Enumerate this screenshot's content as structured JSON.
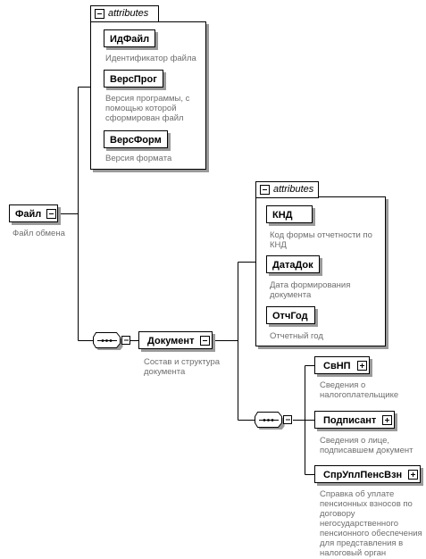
{
  "root": {
    "name": "Файл",
    "description": "Файл обмена"
  },
  "root_attributes": {
    "label": "attributes",
    "items": [
      {
        "name": "ИдФайл",
        "description": "Идентификатор файла"
      },
      {
        "name": "ВерсПрог",
        "description": "Версия программы, с\nпомощью которой\nсформирован файл"
      },
      {
        "name": "ВерсФорм",
        "description": "Версия формата"
      }
    ]
  },
  "document": {
    "name": "Документ",
    "description": "Состав и структура\nдокумента"
  },
  "document_attributes": {
    "label": "attributes",
    "items": [
      {
        "name": "КНД",
        "description": "Код формы отчетности по\nКНД"
      },
      {
        "name": "ДатаДок",
        "description": "Дата формирования\nдокумента"
      },
      {
        "name": "ОтчГод",
        "description": "Отчетный год"
      }
    ]
  },
  "document_children": [
    {
      "name": "СвНП",
      "description": "Сведения о\nналогоплательщике"
    },
    {
      "name": "Подписант",
      "description": "Сведения о лице,\nподписавшем документ"
    },
    {
      "name": "СпрУплПенсВзн",
      "description": "Справка об уплате\nпенсионных взносов по\nдоговору\nнегосударственного\nпенсионного обеспечения\nдля представления в\nналоговый орган"
    }
  ],
  "colors": {
    "line": "#000000",
    "shadow": "#9a9a9a",
    "description": "#6e6e6e"
  }
}
